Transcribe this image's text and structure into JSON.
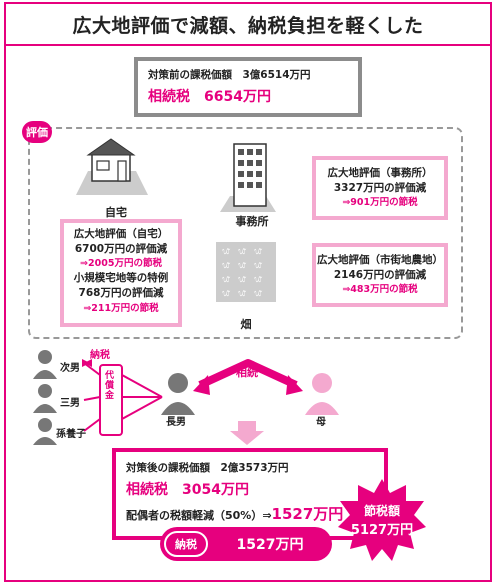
{
  "title": "広大地評価で減額、納税負担を軽くした",
  "before": {
    "line1": "対策前の課税価額　3億6514万円",
    "line2": "相続税　6654万円"
  },
  "eval_badge": "評価",
  "assets": {
    "home_label": "自宅",
    "office_label": "事務所",
    "field_label": "畑"
  },
  "home_box": {
    "t1": "広大地評価（自宅）",
    "t2": "6700万円の評価減",
    "t3": "⇒2005万円の節税",
    "t4": "小規模宅地等の特例",
    "t5": "768万円の評価減",
    "t6": "⇒211万円の節税"
  },
  "office_box": {
    "t1": "広大地評価（事務所）",
    "t2": "3327万円の評価減",
    "t3": "⇒901万円の節税"
  },
  "farm_box": {
    "t1": "広大地評価（市街地農地）",
    "t2": "2146万円の評価減",
    "t3": "⇒483万円の節税"
  },
  "people": {
    "p1": "次男",
    "p2": "三男",
    "p3": "孫養子",
    "eldest": "長男",
    "mother": "母",
    "tax_payment": "納税",
    "compensation": "代償金",
    "inheritance": "相続"
  },
  "after": {
    "line1": "対策後の課税価額　2億3573万円",
    "line2": "相続税　3054万円",
    "line3a": "配偶者の税額軽減（50%）⇒",
    "line3b": "1527万円"
  },
  "tax_pill": {
    "badge": "納税",
    "amount": "1527万円"
  },
  "savings": {
    "label": "節税額",
    "amount": "5127万円"
  },
  "colors": {
    "accent": "#e6007e",
    "light_pink": "#f4a9cf",
    "gray": "#8c8c8c"
  }
}
